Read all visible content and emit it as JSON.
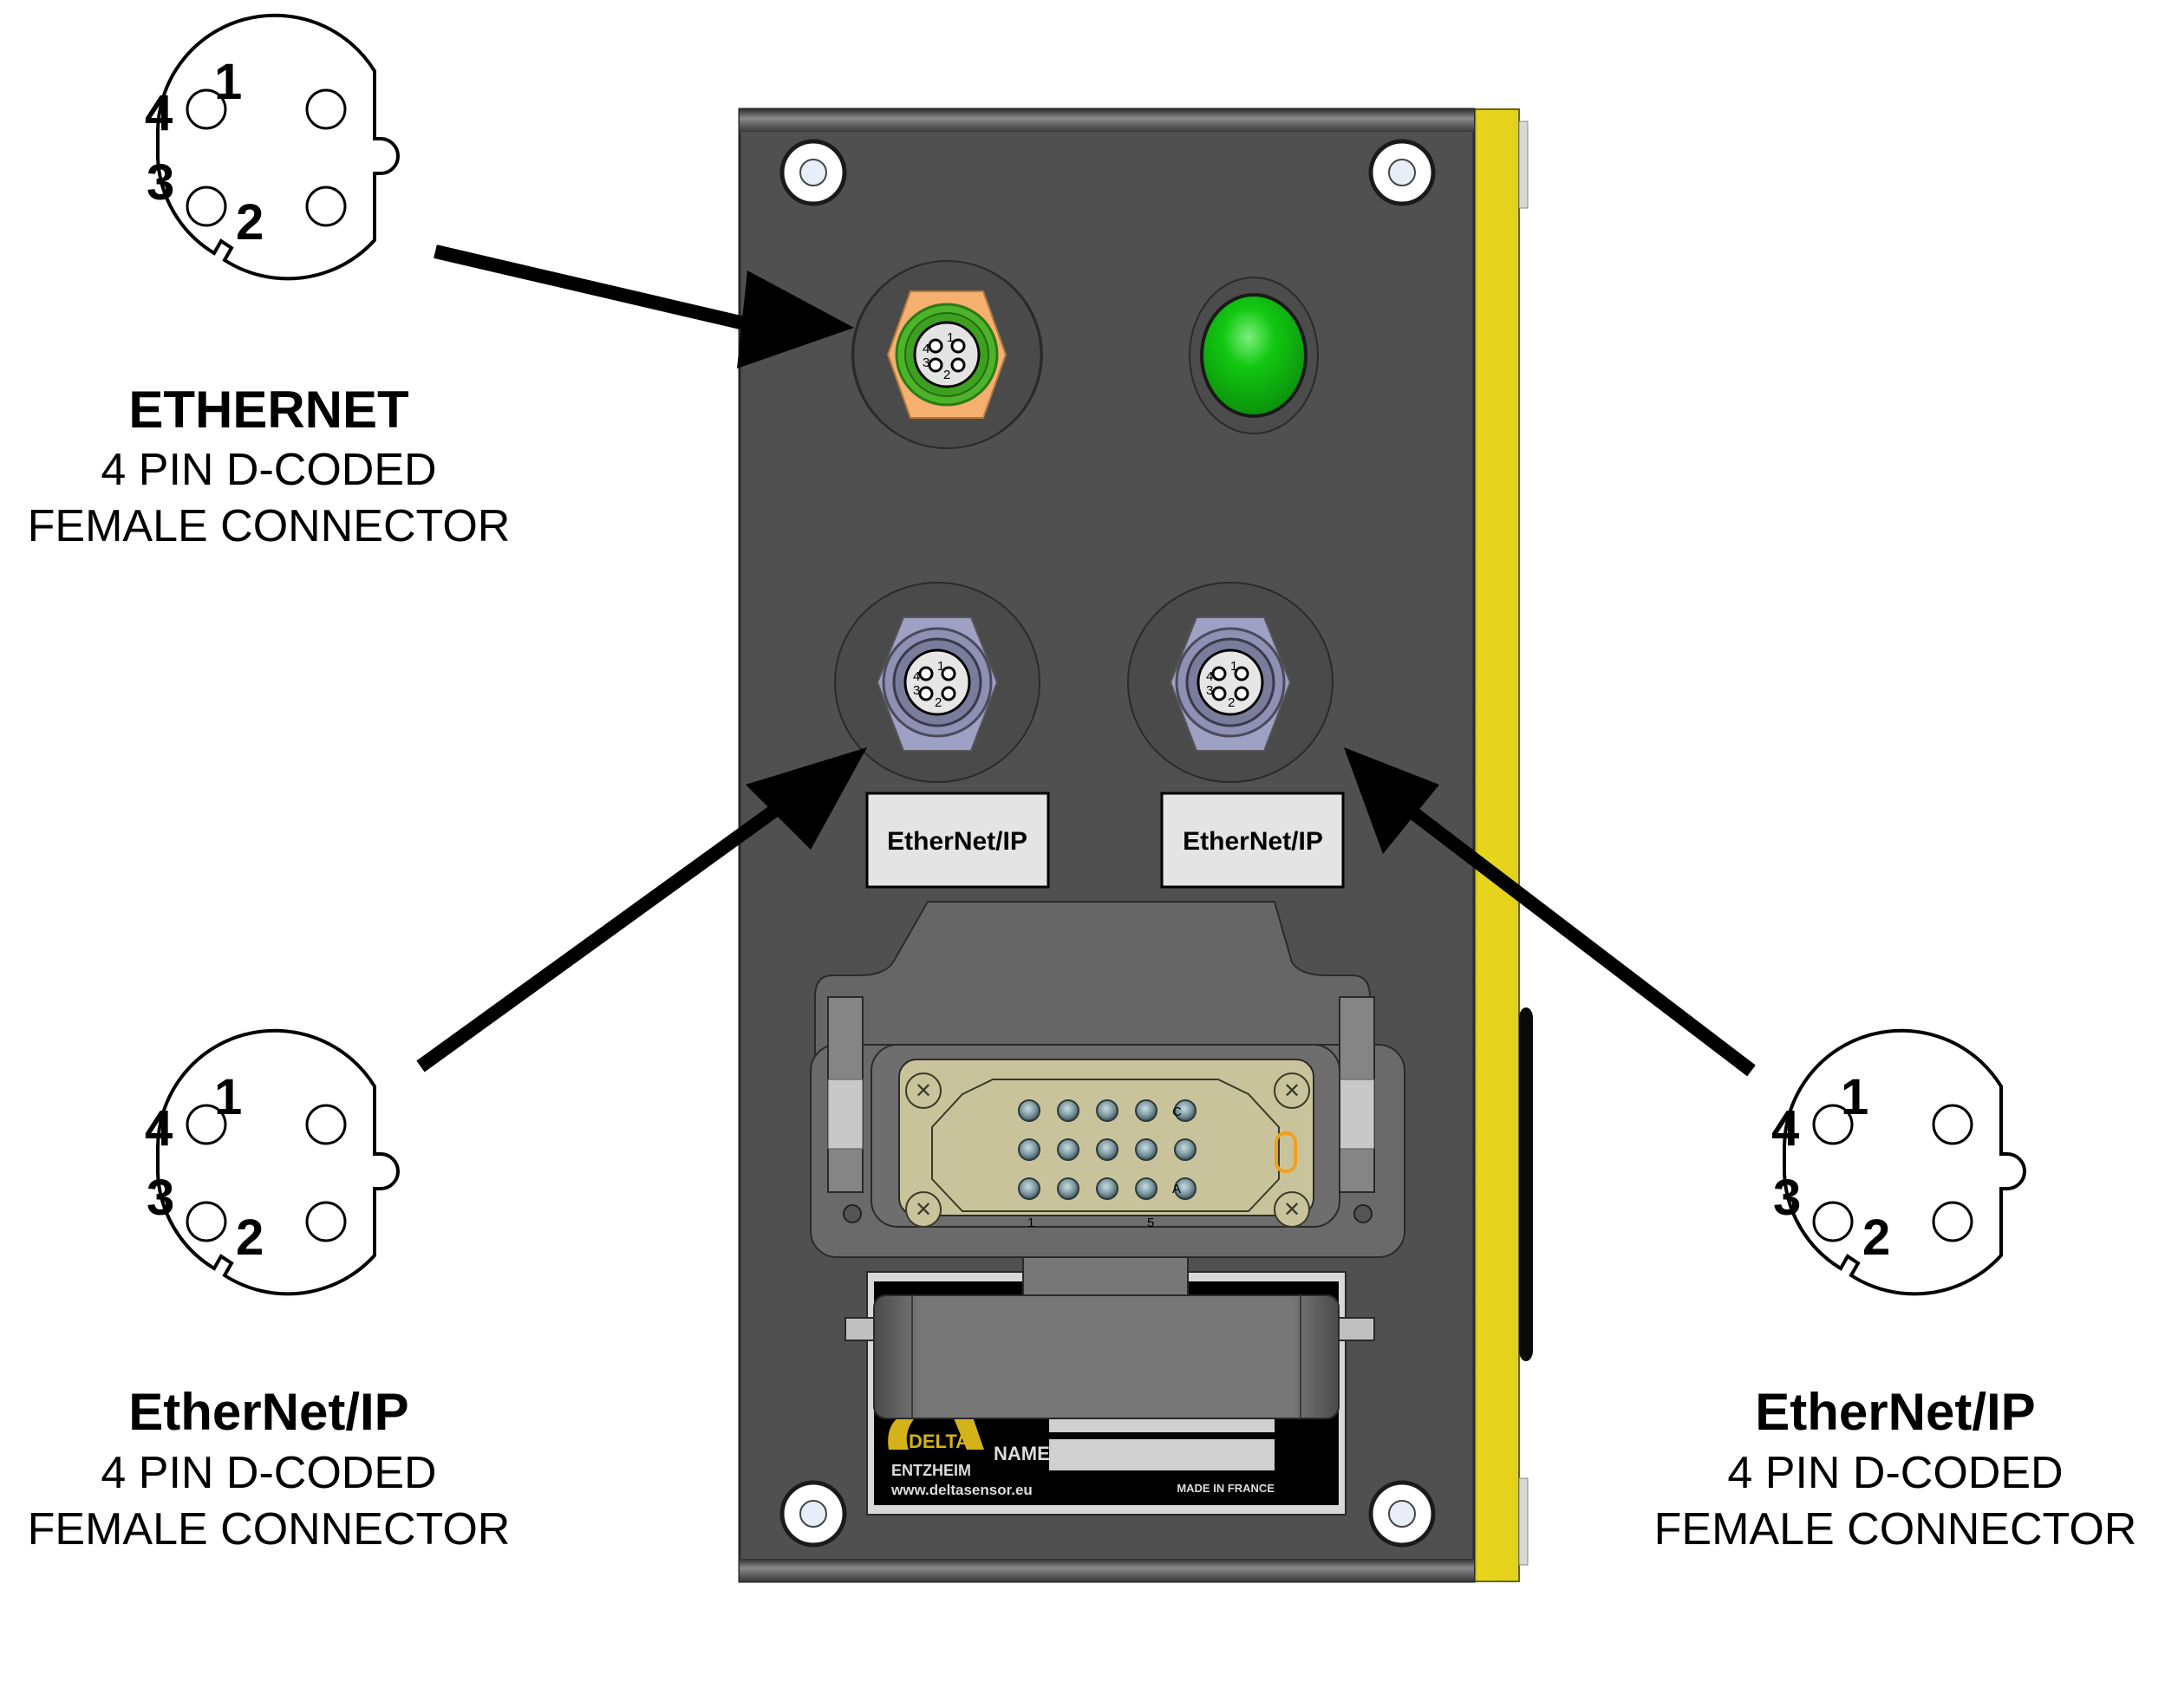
{
  "callouts": [
    {
      "id": "ethernet",
      "title": "ETHERNET",
      "line1": "4 PIN D-CODED",
      "line2": "FEMALE CONNECTOR",
      "pins": [
        "1",
        "2",
        "3",
        "4"
      ]
    },
    {
      "id": "ethernet-ip-left",
      "title": "EtherNet/IP",
      "line1": "4 PIN D-CODED",
      "line2": "FEMALE CONNECTOR",
      "pins": [
        "1",
        "2",
        "3",
        "4"
      ]
    },
    {
      "id": "ethernet-ip-right",
      "title": "EtherNet/IP",
      "line1": "4 PIN D-CODED",
      "line2": "FEMALE CONNECTOR",
      "pins": [
        "1",
        "2",
        "3",
        "4"
      ]
    }
  ],
  "device": {
    "port_tags": [
      "EtherNet/IP",
      "EtherNet/IP"
    ],
    "port_pins": [
      "1",
      "2",
      "3",
      "4"
    ],
    "harting_rows": [
      "C",
      "A"
    ],
    "harting_cols": [
      "1",
      "5"
    ],
    "led_color": "#1fc41f",
    "housing_color": "#505050",
    "side_color": "#e6d41c"
  },
  "nameplate": {
    "brand": "DELTA",
    "city": "ENTZHEIM",
    "website": "www.deltasensor.eu",
    "name_label": "NAME",
    "origin": "MADE IN FRANCE"
  }
}
